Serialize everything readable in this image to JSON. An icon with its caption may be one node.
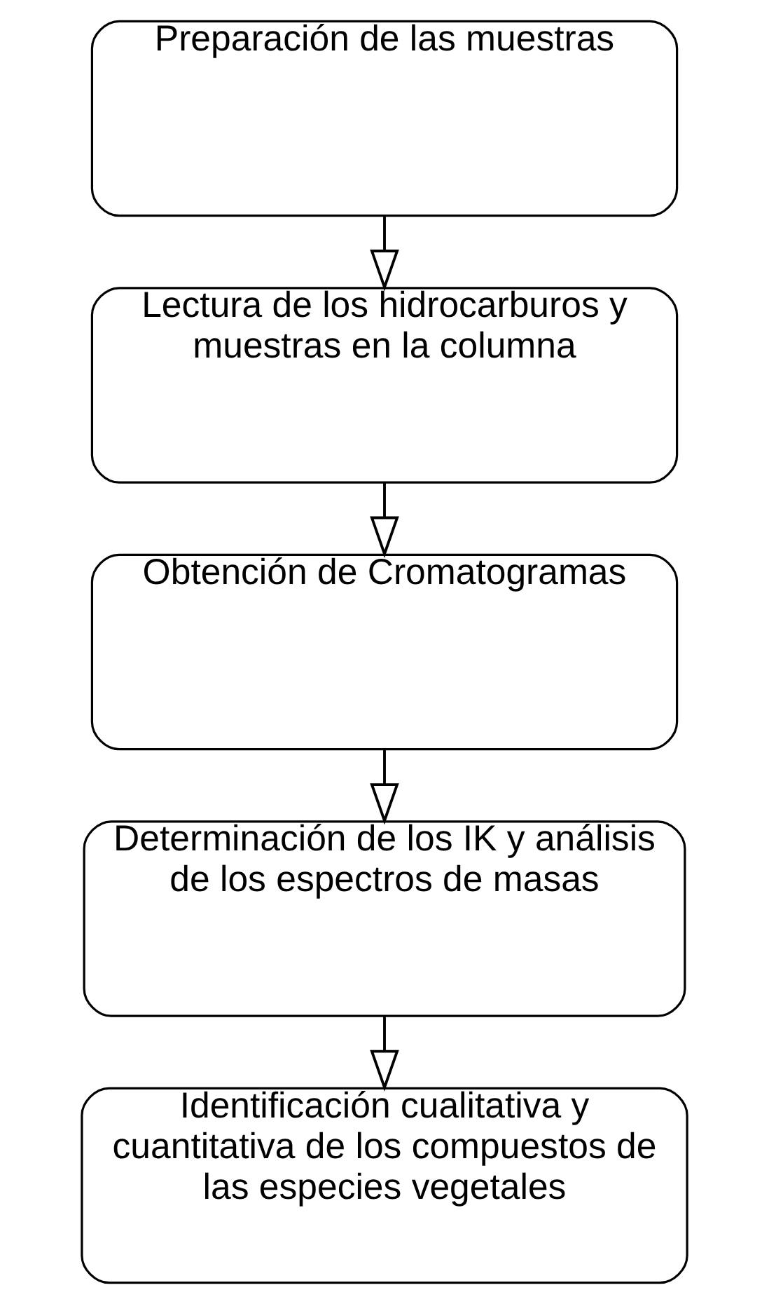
{
  "diagram": {
    "nodes": [
      {
        "text": [
          "Preparación de las muestras"
        ]
      },
      {
        "text": [
          "Lectura de los hidrocarburos y muestras en la columna"
        ]
      },
      {
        "text": [
          "Obtención de Cromatogramas"
        ]
      },
      {
        "text": [
          "Determinación de los IK y análisis de los espectros de masas"
        ]
      },
      {
        "text": [
          "Identificación cualitativa y cuantitativa de los compuestos de las especies vegetales"
        ]
      }
    ],
    "edges": [
      {
        "from": 0,
        "to": 1,
        "arrow": "to"
      },
      {
        "from": 1,
        "to": 2,
        "arrow": "to"
      },
      {
        "from": 2,
        "to": 3,
        "arrow": "to"
      },
      {
        "from": 3,
        "to": 4,
        "arrow": "to"
      }
    ]
  }
}
